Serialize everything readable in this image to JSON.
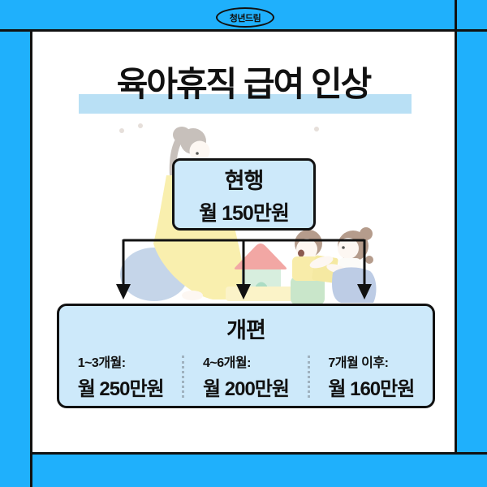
{
  "badge": {
    "label": "청년드림"
  },
  "title": "육아휴직 급여 인상",
  "current": {
    "label": "현행",
    "amount": "월 150만원"
  },
  "revised": {
    "label": "개편",
    "columns": [
      {
        "period": "1~3개월:",
        "amount": "월 250만원"
      },
      {
        "period": "4~6개월:",
        "amount": "월 200만원"
      },
      {
        "period": "7개월 이후:",
        "amount": "월 160만원"
      }
    ]
  },
  "colors": {
    "background_blue": "#1FB0FC",
    "card_white": "#FFFFFF",
    "box_fill_blue": "#CDE9FA",
    "title_highlight": "#B9E0F5",
    "line_black": "#111111"
  },
  "icons": {
    "illustration": "mother-playing-with-two-children-and-toy-house"
  }
}
